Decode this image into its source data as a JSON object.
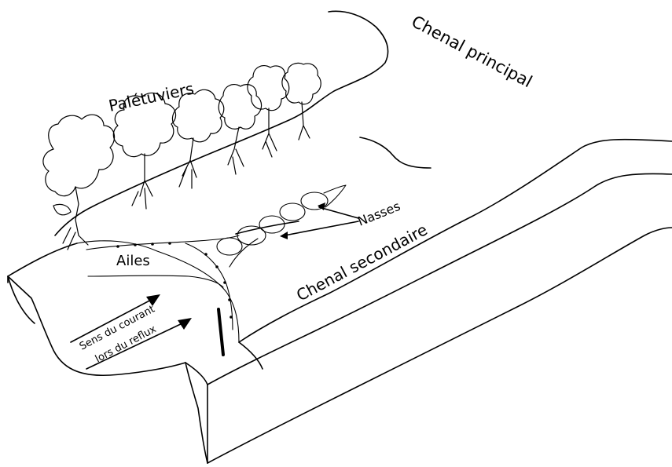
{
  "labels": {
    "chenal_principal": "Chenal principal",
    "paletuviers": "Palétuviers",
    "nasses": "Nasses",
    "chenal_secondaire": "Chenal secondaire",
    "ailes": "Ailes",
    "courant_line1": "Sens du courant",
    "courant_line2": "lors du reflux"
  },
  "colors": {
    "ink": "#000000",
    "background": "#ffffff"
  }
}
